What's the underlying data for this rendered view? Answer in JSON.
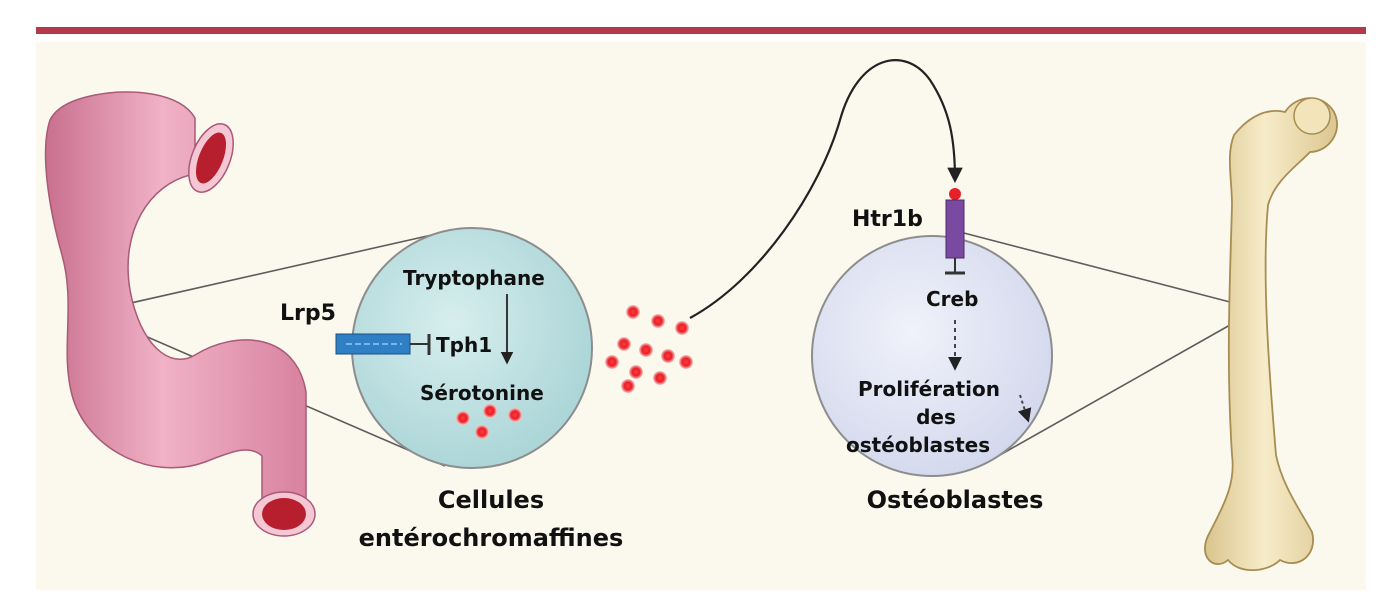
{
  "labels": {
    "lrp5": "Lrp5",
    "tph1": "Tph1",
    "tryptophane": "Tryptophane",
    "serotonine": "Sérotonine",
    "cellules": "Cellules",
    "enterochromaffines": "entérochromaffines",
    "htr1b": "Htr1b",
    "creb": "Creb",
    "proliferation": "Prolifération",
    "des": "des",
    "osteoblastes_inner": "ostéoblastes",
    "osteoblastes": "Ostéoblastes"
  },
  "colors": {
    "top_rule": "#b5384b",
    "panel": "#fbf8ee",
    "intestine": "#e79bb2",
    "intestine_lumen": "#b81f2e",
    "enterochromaffin_cell": "#bfe2e3",
    "osteoblast_cell": "#e3e6f3",
    "lrp5_receptor": "#2f7fc4",
    "htr1b_receptor": "#7a4aa0",
    "serotonin_dot": "#e8202a",
    "bone": "#f1e1b3"
  }
}
